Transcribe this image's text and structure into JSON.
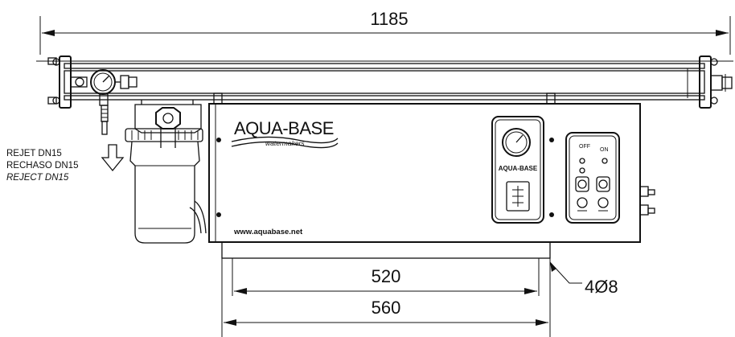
{
  "dimensions": {
    "overall_width": "1185",
    "hole_spacing": "520",
    "base_width": "560",
    "holes": "4Ø8"
  },
  "reject_labels": [
    "REJET DN15",
    "RECHASO DN15",
    "REJECT DN15"
  ],
  "brand": {
    "name": "AQUA-BASE",
    "tagline": "watermakers",
    "panel_label": "AQUA-BASE",
    "website": "www.aquabase.net"
  },
  "control_panel": {
    "on_label": "ON",
    "off_label": "OFF"
  },
  "colors": {
    "line": "#111111",
    "background": "#ffffff"
  }
}
